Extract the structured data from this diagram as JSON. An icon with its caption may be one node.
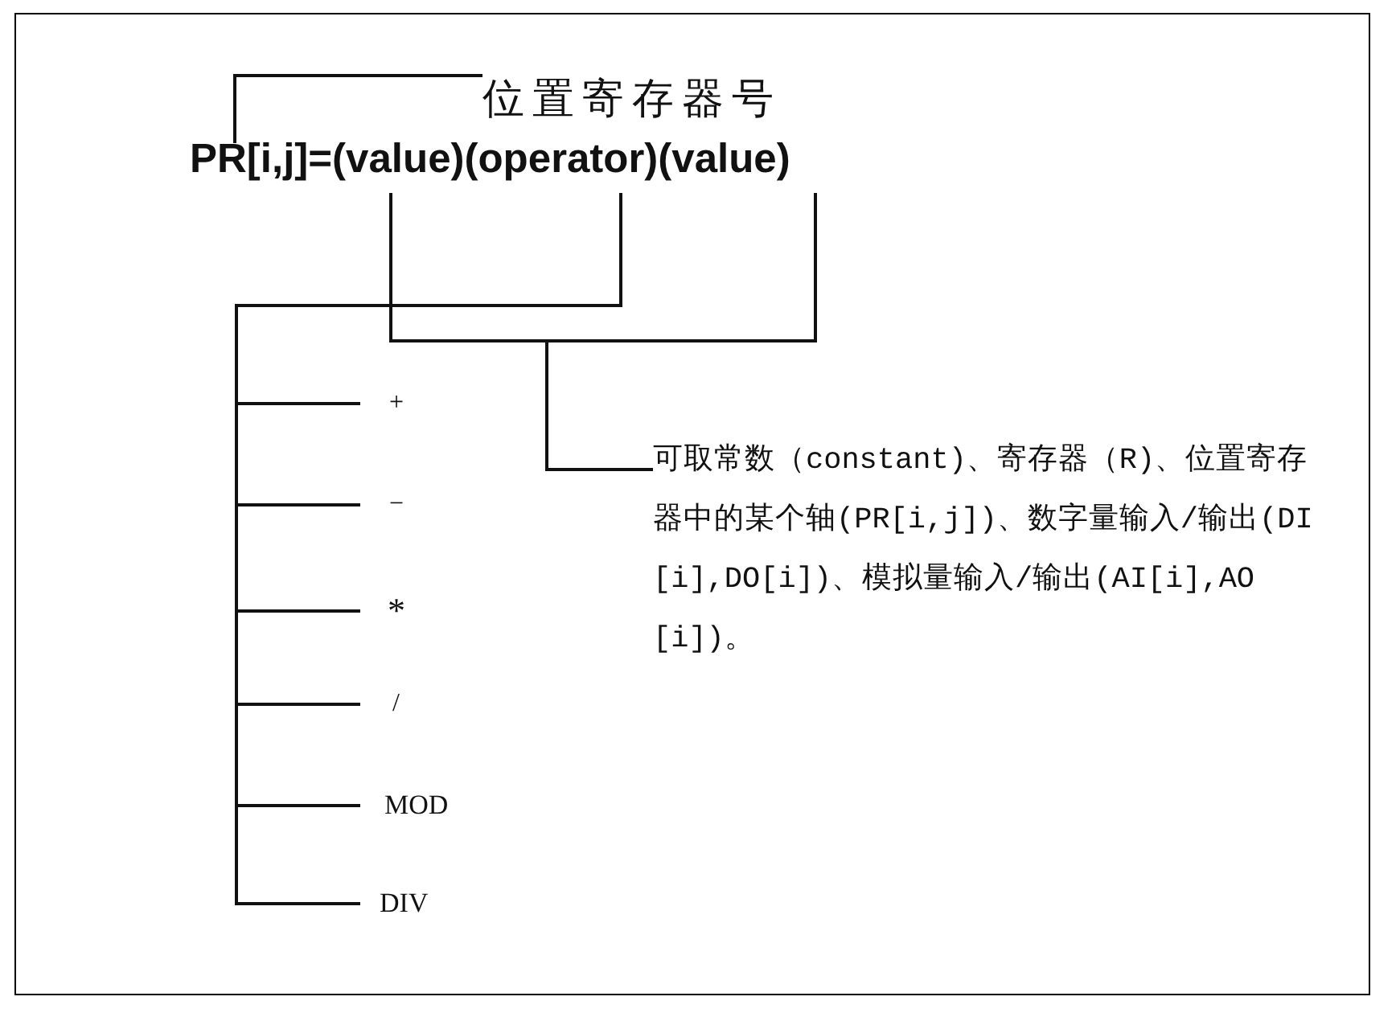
{
  "diagram": {
    "nodes": [
      {
        "text": [
          "位置寄存器号"
        ]
      },
      {
        "text": [
          "PR[i,j]=(value)(operator)(value)"
        ]
      },
      {
        "text": [
          "可取常数（constant)、寄存器（R)、位置寄存器中的某个轴(PR[i,j])、数字量输入/输出(DI[i],DO[i])、模拟量输入/输出(AI[i],AO[i])。"
        ]
      },
      {
        "text": [
          "+"
        ]
      },
      {
        "text": [
          "−"
        ]
      },
      {
        "text": [
          "*"
        ]
      },
      {
        "text": [
          "/"
        ]
      },
      {
        "text": [
          "MOD"
        ]
      },
      {
        "text": [
          "DIV"
        ]
      }
    ],
    "edges": [
      {
        "from": 0,
        "to": 1,
        "arrow": "none"
      },
      {
        "from": 2,
        "to": 1,
        "arrow": "none"
      },
      {
        "from": 2,
        "to": 1,
        "arrow": "none"
      },
      {
        "from": 3,
        "to": 1,
        "arrow": "none"
      },
      {
        "from": 4,
        "to": 1,
        "arrow": "none"
      },
      {
        "from": 5,
        "to": 1,
        "arrow": "none"
      },
      {
        "from": 6,
        "to": 1,
        "arrow": "none"
      },
      {
        "from": 7,
        "to": 1,
        "arrow": "none"
      },
      {
        "from": 8,
        "to": 1,
        "arrow": "none"
      }
    ]
  }
}
